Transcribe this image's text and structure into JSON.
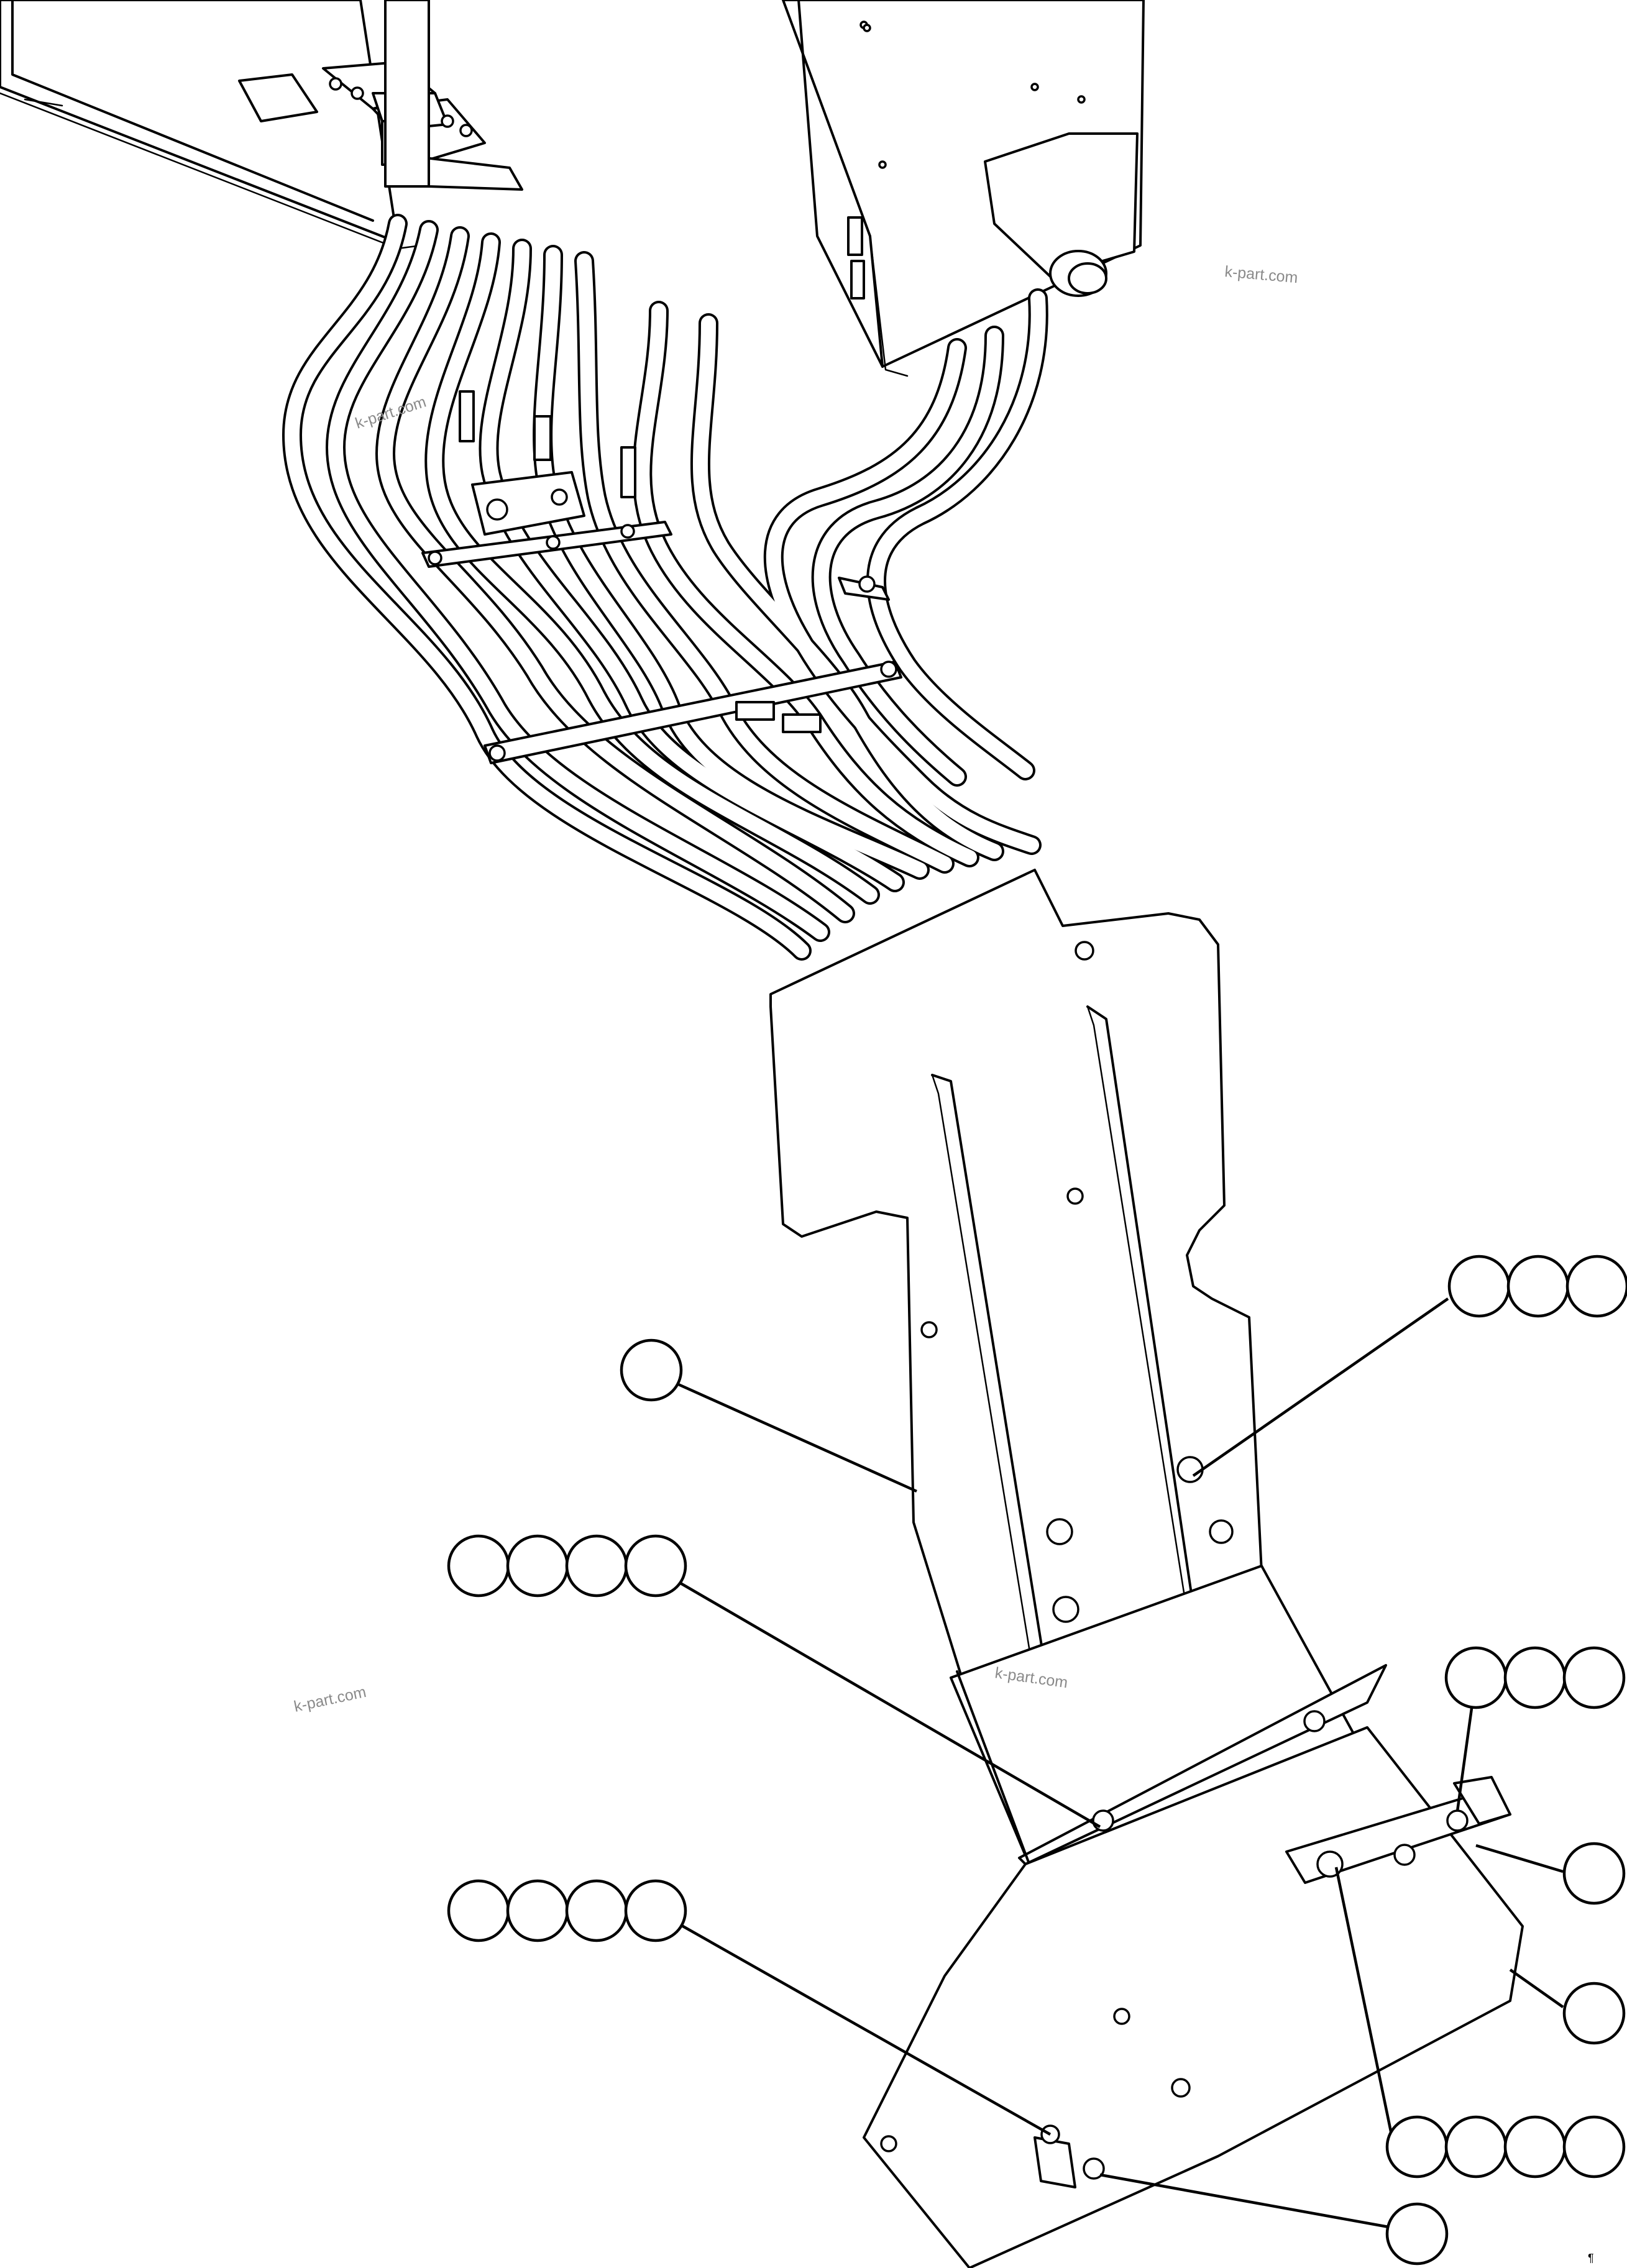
{
  "watermarks": [
    "k-part.com",
    "k-part.com",
    "k-part.com",
    "k-part.com"
  ],
  "corner_mark": "¶",
  "callout_groups": [
    {
      "id": "callout-group-top-right",
      "balloons": 3
    },
    {
      "id": "callout-group-left-upper",
      "balloons": 1
    },
    {
      "id": "callout-group-left-middle",
      "balloons": 4
    },
    {
      "id": "callout-group-right-middle",
      "balloons": 3
    },
    {
      "id": "callout-group-right-single-a",
      "balloons": 1
    },
    {
      "id": "callout-group-right-single-b",
      "balloons": 1
    },
    {
      "id": "callout-group-left-lower",
      "balloons": 4
    },
    {
      "id": "callout-group-right-lower",
      "balloons": 4
    },
    {
      "id": "callout-group-bottom",
      "balloons": 1
    }
  ],
  "colors": {
    "line": "#000000",
    "background": "#ffffff",
    "watermark": "#8a8a8a"
  }
}
